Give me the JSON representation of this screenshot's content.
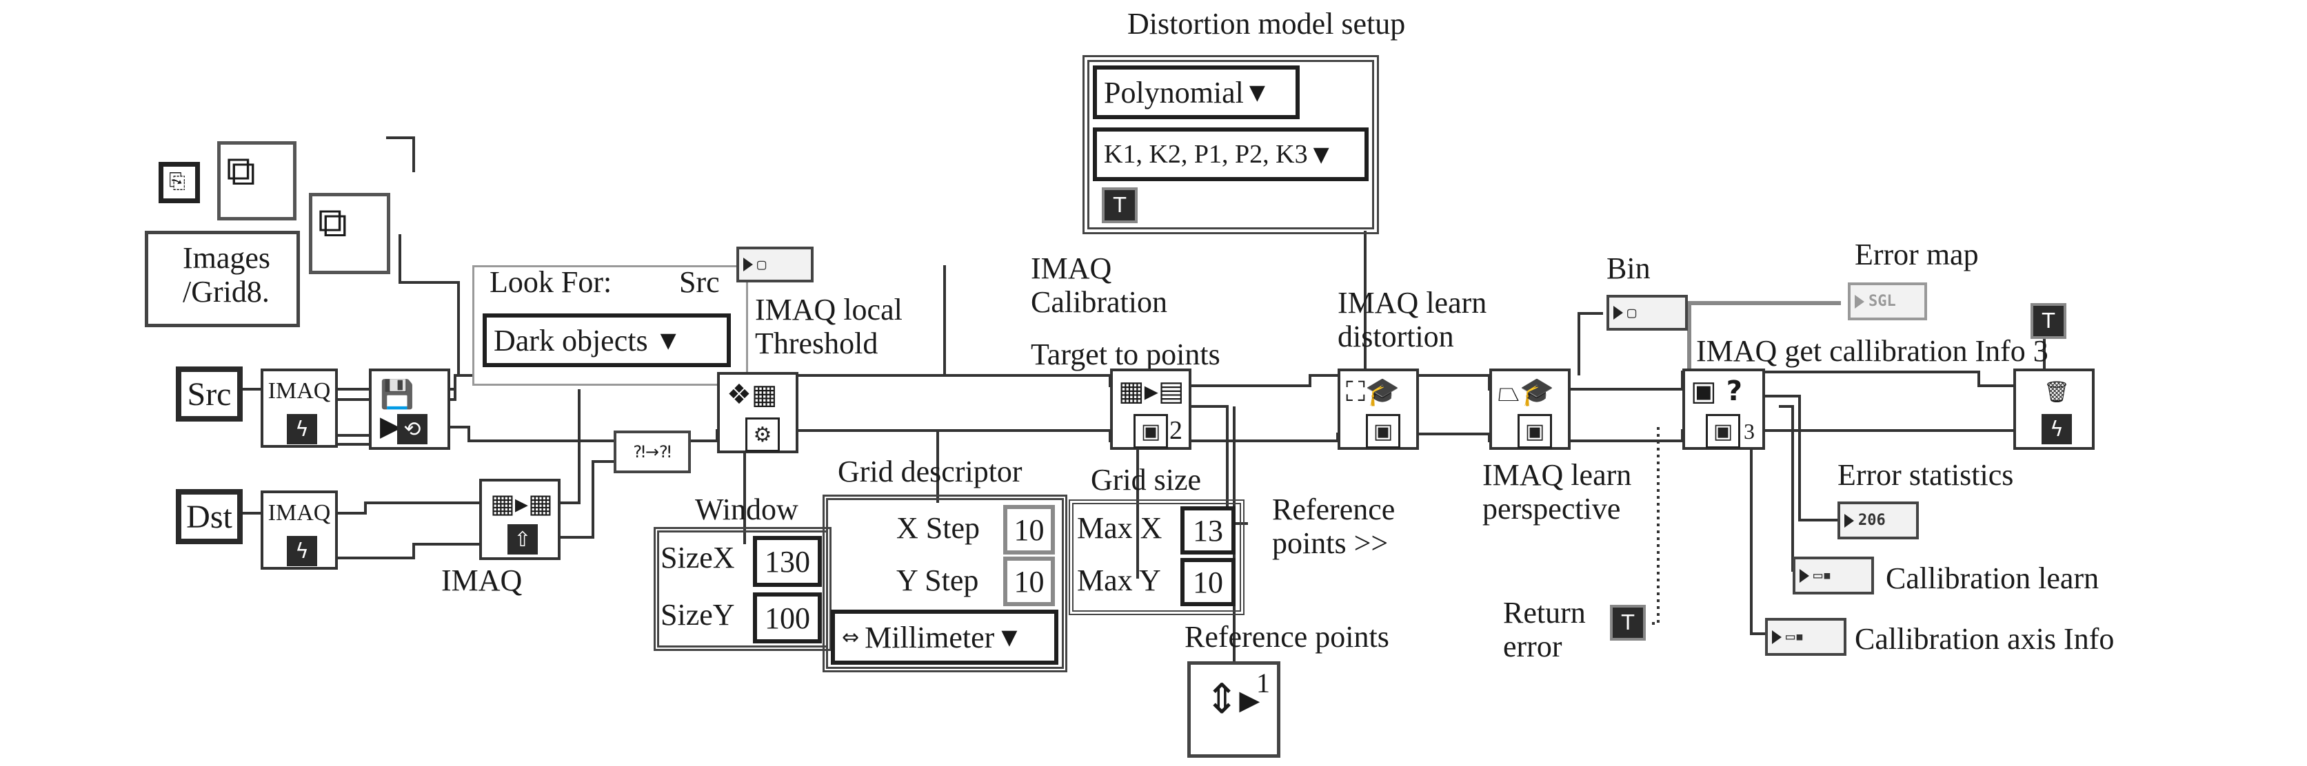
{
  "labels": {
    "distortion_model_setup": "Distortion model setup",
    "images_path": "Images\n/Grid8.",
    "look_for": "Look For:",
    "src_label": "Src",
    "imaq_calibration": "IMAQ\nCalibration",
    "target_to_points": "Target to points",
    "imaq_local_threshold": "IMAQ local\nThreshold",
    "imaq_learn_distortion": "IMAQ learn\ndistortion",
    "bin": "Bin",
    "error_map": "Error map",
    "imaq_get_calibration_info": "IMAQ get callibration Info 3",
    "grid_descriptor": "Grid descriptor",
    "grid_size": "Grid size",
    "window": "Window",
    "imaq_bottom": "IMAQ",
    "reference_points_out": "Reference\npoints >>",
    "imaq_learn_perspective": "IMAQ learn\nperspective",
    "return_error": "Return\nerror",
    "error_statistics": "Error statistics",
    "calibration_learn": "Callibration learn",
    "calibration_axis_info": "Callibration axis Info",
    "reference_points": "Reference points"
  },
  "nodes": {
    "imaq_text": "IMAQ"
  },
  "controls": {
    "src_terminal": "Src",
    "dst_terminal": "Dst",
    "polynomial": "Polynomial",
    "coefficients": "K1, K2, P1, P2, K3",
    "dark_objects": "Dark objects",
    "x_step_label": "X Step",
    "x_step_value": "10",
    "y_step_label": "Y Step",
    "y_step_value": "10",
    "units": "Millimeter",
    "max_x_label": "Max X",
    "max_x_value": "13",
    "max_y_label": "Max Y",
    "max_y_value": "10",
    "size_x_label": "SizeX",
    "size_x_value": "130",
    "size_y_label": "SizeY",
    "size_y_value": "100",
    "index_one": "1",
    "index_two": "2",
    "index_three": "3",
    "error_map_type": "SGL",
    "error_stats_type": "206",
    "true_const": "T"
  },
  "icons": [
    "image-icon",
    "cluster-icon",
    "floppy-save-icon",
    "merge-icon",
    "threshold-icon",
    "grid-points-icon",
    "distortion-cap-icon",
    "perspective-cap-icon",
    "info-question-icon",
    "trash-icon",
    "error-icon"
  ]
}
